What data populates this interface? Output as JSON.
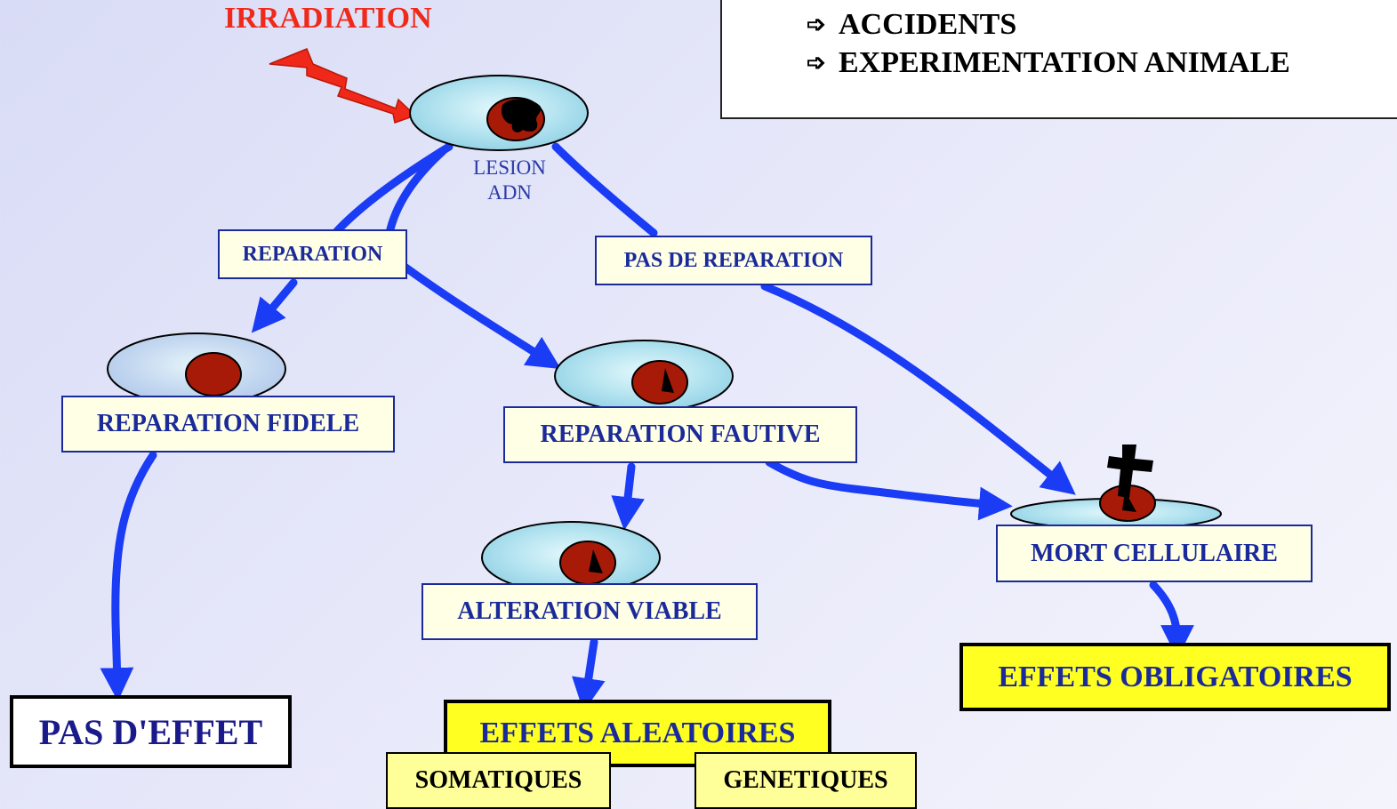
{
  "title": "IRRADIATION",
  "legend": {
    "items": [
      "ACCIDENTS",
      "EXPERIMENTATION ANIMALE"
    ]
  },
  "lesion_label": {
    "line1": "LESION",
    "line2": "ADN"
  },
  "labels": {
    "reparation": "REPARATION",
    "pas_de_reparation": "PAS DE REPARATION",
    "reparation_fidele": "REPARATION FIDELE",
    "reparation_fautive": "REPARATION FAUTIVE",
    "alteration_viable": "ALTERATION VIABLE",
    "mort_cellulaire": "MORT CELLULAIRE"
  },
  "outcomes": {
    "pas_effet": "PAS D'EFFET",
    "effets_aleatoires": "EFFETS ALEATOIRES",
    "effets_obligatoires": "EFFETS OBLIGATOIRES",
    "somatiques": "SOMATIQUES",
    "genetiques": "GENETIQUES"
  },
  "colors": {
    "arrow": "#1a3cf5",
    "title": "#f02a1a",
    "label_text": "#1a2a9a",
    "nucleus": "#a81a08",
    "cell": "#bfeaf4",
    "highlight": "#ffff22"
  },
  "icons": {
    "lightning": "lightning-bolt-icon",
    "cross": "cross-icon",
    "bullet": "arrow-bullet-icon"
  }
}
